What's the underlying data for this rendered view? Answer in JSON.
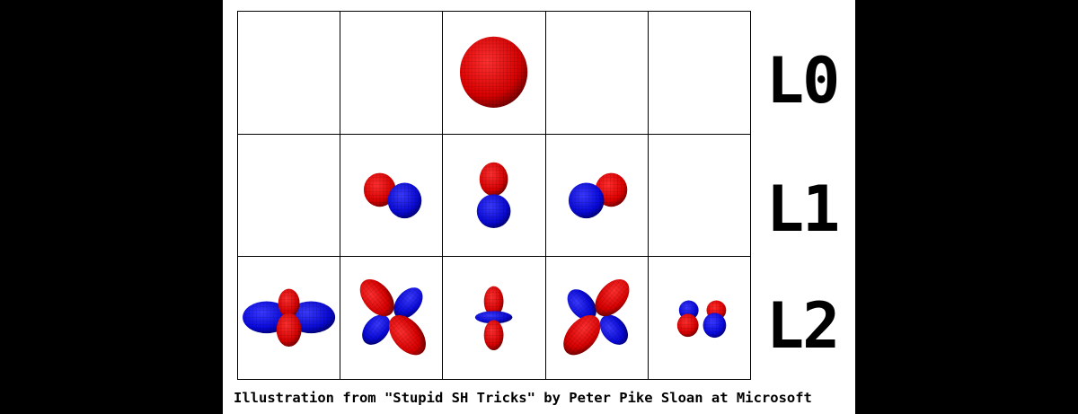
{
  "bands": [
    {
      "label": "L0"
    },
    {
      "label": "L1"
    },
    {
      "label": "L2"
    }
  ],
  "caption": "Illustration from \"Stupid SH Tricks\" by Peter Pike Sloan at Microsoft",
  "lobe_colors": {
    "positive": "#e01010",
    "negative": "#1010e0"
  }
}
